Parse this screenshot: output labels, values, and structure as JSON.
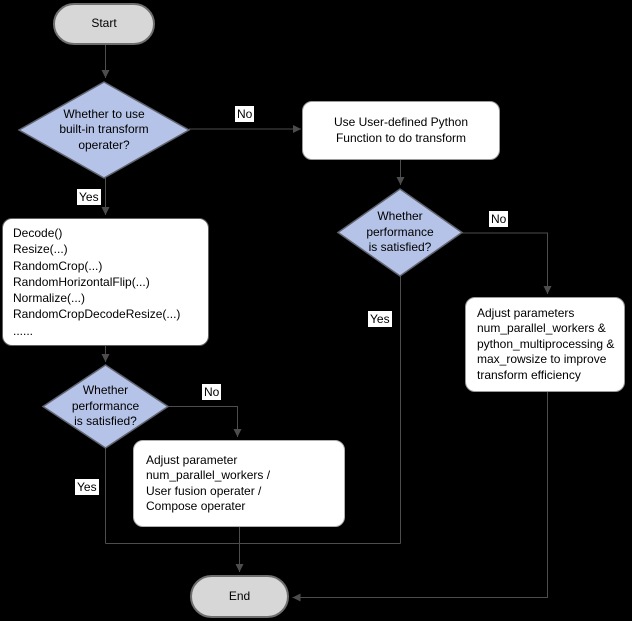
{
  "diagram": {
    "title_hint": "Data transform decision flowchart",
    "background": "#000000",
    "colors": {
      "decision_fill": "#b5c3e8",
      "decision_stroke": "#60646f",
      "terminator_fill": "#d7d7d7",
      "terminator_stroke": "#6e6e6e",
      "process_fill": "#ffffff",
      "process_stroke": "#9a9a9a",
      "connector": "#4d4d4d",
      "edge_label_bg": "#ffffff",
      "text": "#000000"
    },
    "nodes": {
      "start": {
        "label": "Start"
      },
      "decision_builtin": {
        "lines": [
          "Whether to use",
          "built-in transform",
          "operater?"
        ]
      },
      "udf_transform": {
        "lines": [
          "Use User-defined Python",
          "Function to do transform"
        ]
      },
      "builtin_operators": {
        "lines": [
          "Decode()",
          "Resize(...)",
          "RandomCrop(...)",
          "RandomHorizontalFlip(...)",
          "Normalize(...)",
          "RandomCropDecodeResize(...)",
          "......"
        ]
      },
      "decision_perf_udf": {
        "lines": [
          "Whether",
          "performance",
          "is satisfied?"
        ]
      },
      "adjust_udf": {
        "lines": [
          "Adjust parameters",
          "num_parallel_workers &",
          "python_multiprocessing &",
          "max_rowsize to improve",
          "transform efficiency"
        ]
      },
      "decision_perf_builtin": {
        "lines": [
          "Whether",
          "performance",
          "is satisfied?"
        ]
      },
      "adjust_builtin": {
        "lines": [
          "Adjust parameter",
          "num_parallel_workers /",
          "User fusion operater /",
          "Compose operater"
        ]
      },
      "end": {
        "label": "End"
      }
    },
    "edge_labels": {
      "builtin_no": "No",
      "builtin_yes": "Yes",
      "perf_udf_no": "No",
      "perf_udf_yes": "Yes",
      "perf_builtin_no": "No",
      "perf_builtin_yes": "Yes"
    }
  }
}
